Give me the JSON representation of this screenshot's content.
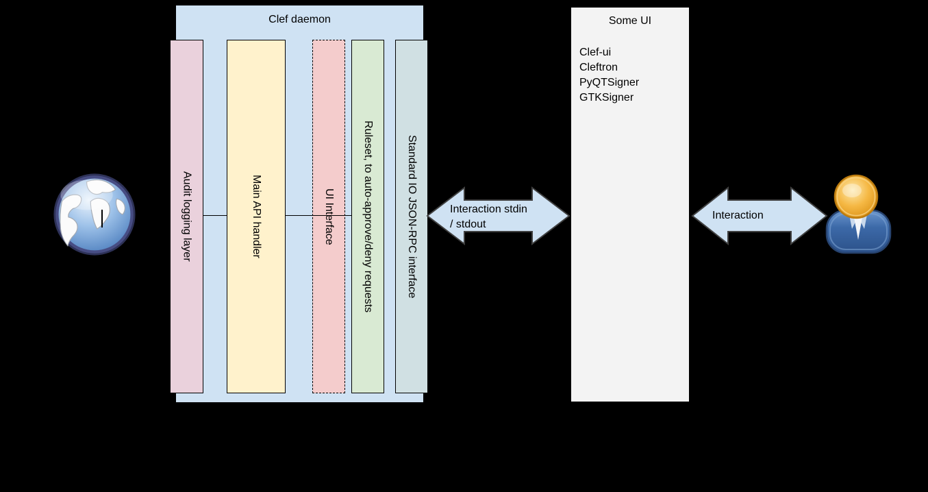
{
  "diagram": {
    "background": "#000000",
    "outline_color": "#000000",
    "arrow_outline_color": "#404040"
  },
  "clef_daemon": {
    "title": "Clef daemon",
    "fill": "#cfe2f3",
    "columns": [
      {
        "label": "Audit logging layer",
        "fill": "#ead1dc",
        "border_style": "solid"
      },
      {
        "label": "Main API handler",
        "fill": "#fff2cc",
        "border_style": "solid"
      },
      {
        "label": "UI Interface",
        "fill": "#f4cccc",
        "border_style": "dashed"
      },
      {
        "label": "Ruleset, to auto-approve/deny requests",
        "fill": "#d9ead3",
        "border_style": "solid"
      },
      {
        "label": "Standard IO JSON-RPC interface",
        "fill": "#d0e0e3",
        "border_style": "solid"
      }
    ]
  },
  "some_ui": {
    "title": "Some UI",
    "fill": "#f3f3f3",
    "items": [
      "Clef-ui",
      "Cleftron",
      "PyQTSigner",
      "GTKSigner"
    ]
  },
  "arrows": {
    "stdio": {
      "line1": "Interaction stdin",
      "line2": "/ stdout",
      "fill": "#cfe2f3"
    },
    "user": {
      "label": "Interaction",
      "fill": "#cfe2f3"
    }
  },
  "icons": {
    "globe": "globe-icon",
    "user": "user-icon"
  }
}
